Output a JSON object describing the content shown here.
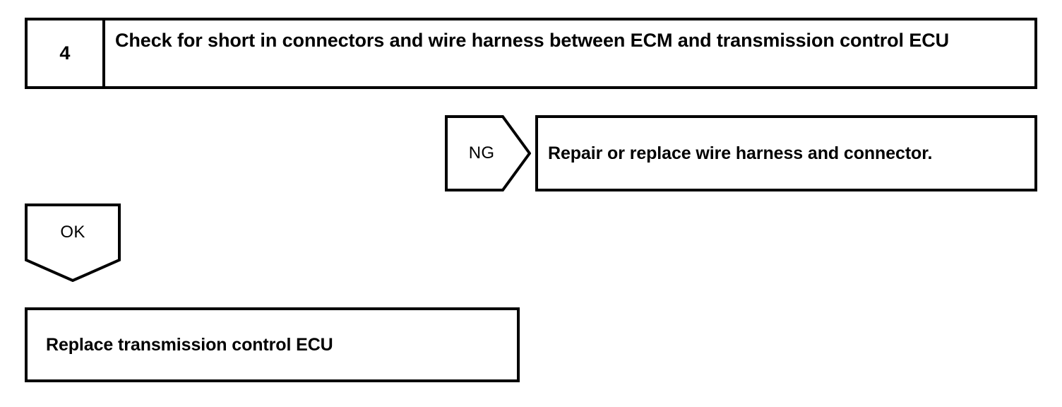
{
  "diagram": {
    "type": "troubleshooting-flowchart",
    "stroke_color": "#000000",
    "background_color": "#ffffff"
  },
  "step": {
    "number": "4",
    "title": "Check for short in connectors and wire harness between ECM and transmission control ECU"
  },
  "branches": [
    {
      "result": "NG",
      "action": "Repair or replace wire harness and connector."
    },
    {
      "result": "OK",
      "action": "Replace transmission control ECU"
    }
  ],
  "ng_branch": {
    "label": "NG",
    "action": "Repair or replace wire harness and connector."
  },
  "ok_branch": {
    "label": "OK",
    "action": "Replace transmission control ECU"
  }
}
